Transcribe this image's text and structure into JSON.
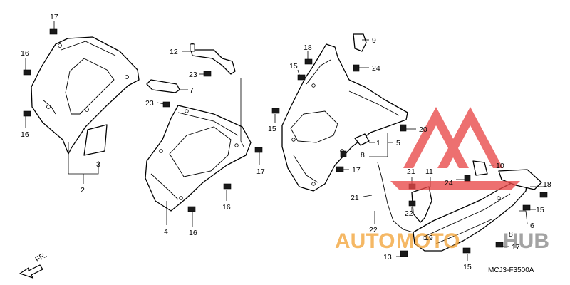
{
  "diagram": {
    "code": "MCJ3-F3500A",
    "direction_label": "FR.",
    "callouts": {
      "c1": "1",
      "c2": "2",
      "c3": "3",
      "c4": "4",
      "c5": "5",
      "c6": "6",
      "c7": "7",
      "c8a": "8",
      "c8b": "8",
      "c9": "9",
      "c10": "10",
      "c11": "11",
      "c12": "12",
      "c13": "13",
      "c15a": "15",
      "c15b": "15",
      "c15c": "15",
      "c15d": "15",
      "c16a": "16",
      "c16b": "16",
      "c16c": "16",
      "c16d": "16",
      "c17a": "17",
      "c17b": "17",
      "c17c": "17",
      "c17d": "17",
      "c18a": "18",
      "c18b": "18",
      "c19": "19",
      "c20": "20",
      "c21a": "21",
      "c21b": "21",
      "c22a": "22",
      "c22b": "22",
      "c23a": "23",
      "c23b": "23",
      "c24a": "24",
      "c24b": "24"
    }
  },
  "watermark": {
    "text_a": "AUTO",
    "text_b": "MOTO",
    "text_c": "HUB",
    "color_red": "#e84848",
    "color_orange": "#f3a53a",
    "color_gray": "#8a8a8a"
  }
}
